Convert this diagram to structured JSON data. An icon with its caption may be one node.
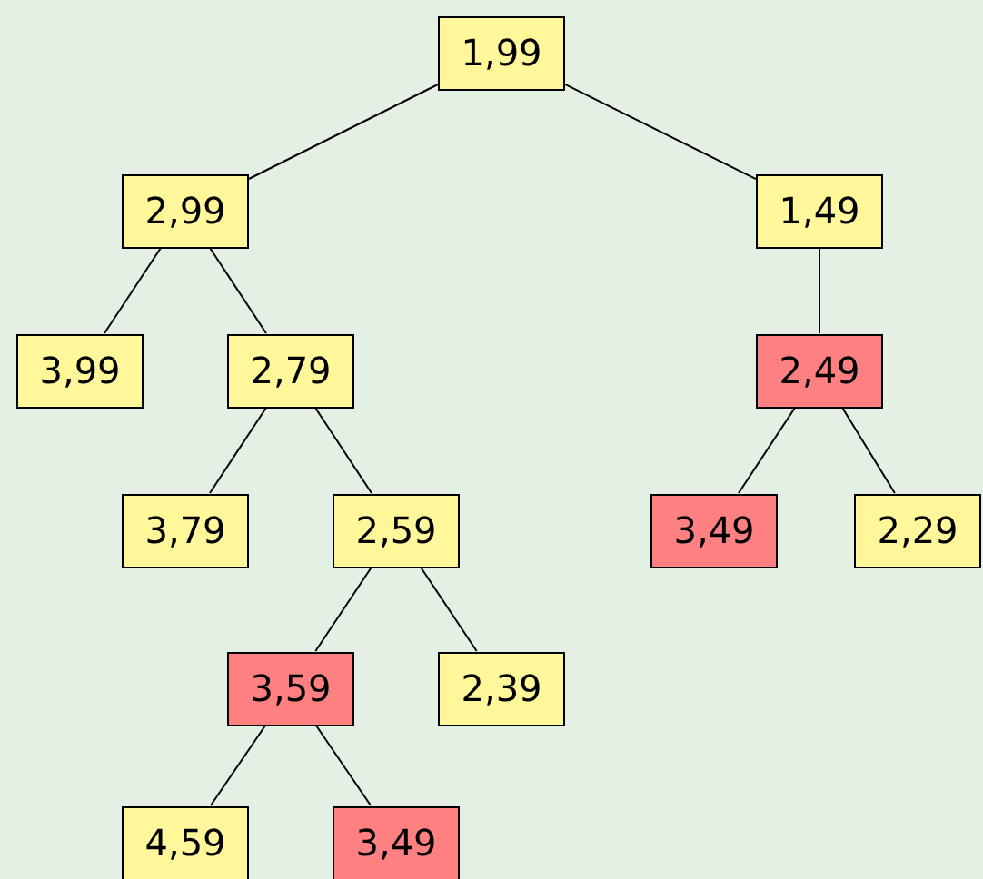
{
  "diagram": {
    "nodes": [
      {
        "text": [
          "1,99"
        ]
      },
      {
        "text": [
          "2,99"
        ]
      },
      {
        "text": [
          "1,49"
        ]
      },
      {
        "text": [
          "3,99"
        ]
      },
      {
        "text": [
          "2,79"
        ]
      },
      {
        "text": [
          "2,49"
        ]
      },
      {
        "text": [
          "3,79"
        ]
      },
      {
        "text": [
          "2,59"
        ]
      },
      {
        "text": [
          "3,49"
        ]
      },
      {
        "text": [
          "2,29"
        ]
      },
      {
        "text": [
          "3,59"
        ]
      },
      {
        "text": [
          "2,39"
        ]
      },
      {
        "text": [
          "4,59"
        ]
      },
      {
        "text": [
          "3,49"
        ]
      }
    ],
    "edges": [
      {
        "from": 0,
        "to": 1,
        "arrow": "none"
      },
      {
        "from": 0,
        "to": 2,
        "arrow": "none"
      },
      {
        "from": 1,
        "to": 3,
        "arrow": "none"
      },
      {
        "from": 1,
        "to": 4,
        "arrow": "none"
      },
      {
        "from": 2,
        "to": 5,
        "arrow": "none"
      },
      {
        "from": 4,
        "to": 6,
        "arrow": "none"
      },
      {
        "from": 4,
        "to": 7,
        "arrow": "none"
      },
      {
        "from": 5,
        "to": 8,
        "arrow": "none"
      },
      {
        "from": 5,
        "to": 9,
        "arrow": "none"
      },
      {
        "from": 7,
        "to": 10,
        "arrow": "none"
      },
      {
        "from": 7,
        "to": 11,
        "arrow": "none"
      },
      {
        "from": 10,
        "to": 12,
        "arrow": "none"
      },
      {
        "from": 10,
        "to": 13,
        "arrow": "none"
      }
    ]
  }
}
